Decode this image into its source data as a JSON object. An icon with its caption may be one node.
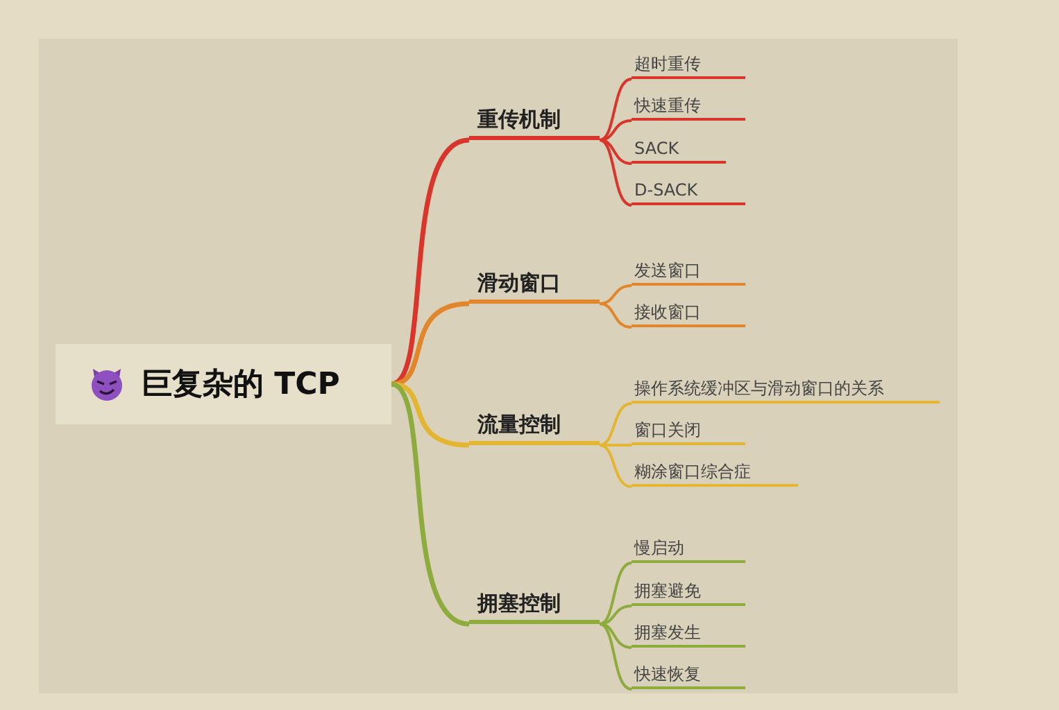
{
  "diagram": {
    "nodes": [
      {
        "text": [
          "巨复杂的 TCP"
        ]
      },
      {
        "text": [
          "重传机制"
        ]
      },
      {
        "text": [
          "超时重传"
        ]
      },
      {
        "text": [
          "快速重传"
        ]
      },
      {
        "text": [
          "SACK"
        ]
      },
      {
        "text": [
          "D-SACK"
        ]
      },
      {
        "text": [
          "滑动窗口"
        ]
      },
      {
        "text": [
          "发送窗口"
        ]
      },
      {
        "text": [
          "接收窗口"
        ]
      },
      {
        "text": [
          "流量控制"
        ]
      },
      {
        "text": [
          "操作系统缓冲区与滑动窗口的关系"
        ]
      },
      {
        "text": [
          "窗口关闭"
        ]
      },
      {
        "text": [
          "糊涂窗口综合症"
        ]
      },
      {
        "text": [
          "拥塞控制"
        ]
      },
      {
        "text": [
          "慢启动"
        ]
      },
      {
        "text": [
          "拥塞避免"
        ]
      },
      {
        "text": [
          "拥塞发生"
        ]
      },
      {
        "text": [
          "快速恢复"
        ]
      }
    ],
    "edges": [
      {
        "from": 0,
        "to": 1,
        "arrow": "none",
        "color": "#d9352c"
      },
      {
        "from": 1,
        "to": 2,
        "arrow": "none",
        "color": "#d9352c"
      },
      {
        "from": 1,
        "to": 3,
        "arrow": "none",
        "color": "#d9352c"
      },
      {
        "from": 1,
        "to": 4,
        "arrow": "none",
        "color": "#d9352c"
      },
      {
        "from": 1,
        "to": 5,
        "arrow": "none",
        "color": "#d9352c"
      },
      {
        "from": 0,
        "to": 6,
        "arrow": "none",
        "color": "#e2862b"
      },
      {
        "from": 6,
        "to": 7,
        "arrow": "none",
        "color": "#e2862b"
      },
      {
        "from": 6,
        "to": 8,
        "arrow": "none",
        "color": "#e2862b"
      },
      {
        "from": 0,
        "to": 9,
        "arrow": "none",
        "color": "#e4b530"
      },
      {
        "from": 9,
        "to": 10,
        "arrow": "none",
        "color": "#e4b530"
      },
      {
        "from": 9,
        "to": 11,
        "arrow": "none",
        "color": "#e4b530"
      },
      {
        "from": 9,
        "to": 12,
        "arrow": "none",
        "color": "#e4b530"
      },
      {
        "from": 0,
        "to": 13,
        "arrow": "none",
        "color": "#8eab3d"
      },
      {
        "from": 13,
        "to": 14,
        "arrow": "none",
        "color": "#8eab3d"
      },
      {
        "from": 13,
        "to": 15,
        "arrow": "none",
        "color": "#8eab3d"
      },
      {
        "from": 13,
        "to": 16,
        "arrow": "none",
        "color": "#8eab3d"
      },
      {
        "from": 13,
        "to": 17,
        "arrow": "none",
        "color": "#8eab3d"
      }
    ]
  }
}
